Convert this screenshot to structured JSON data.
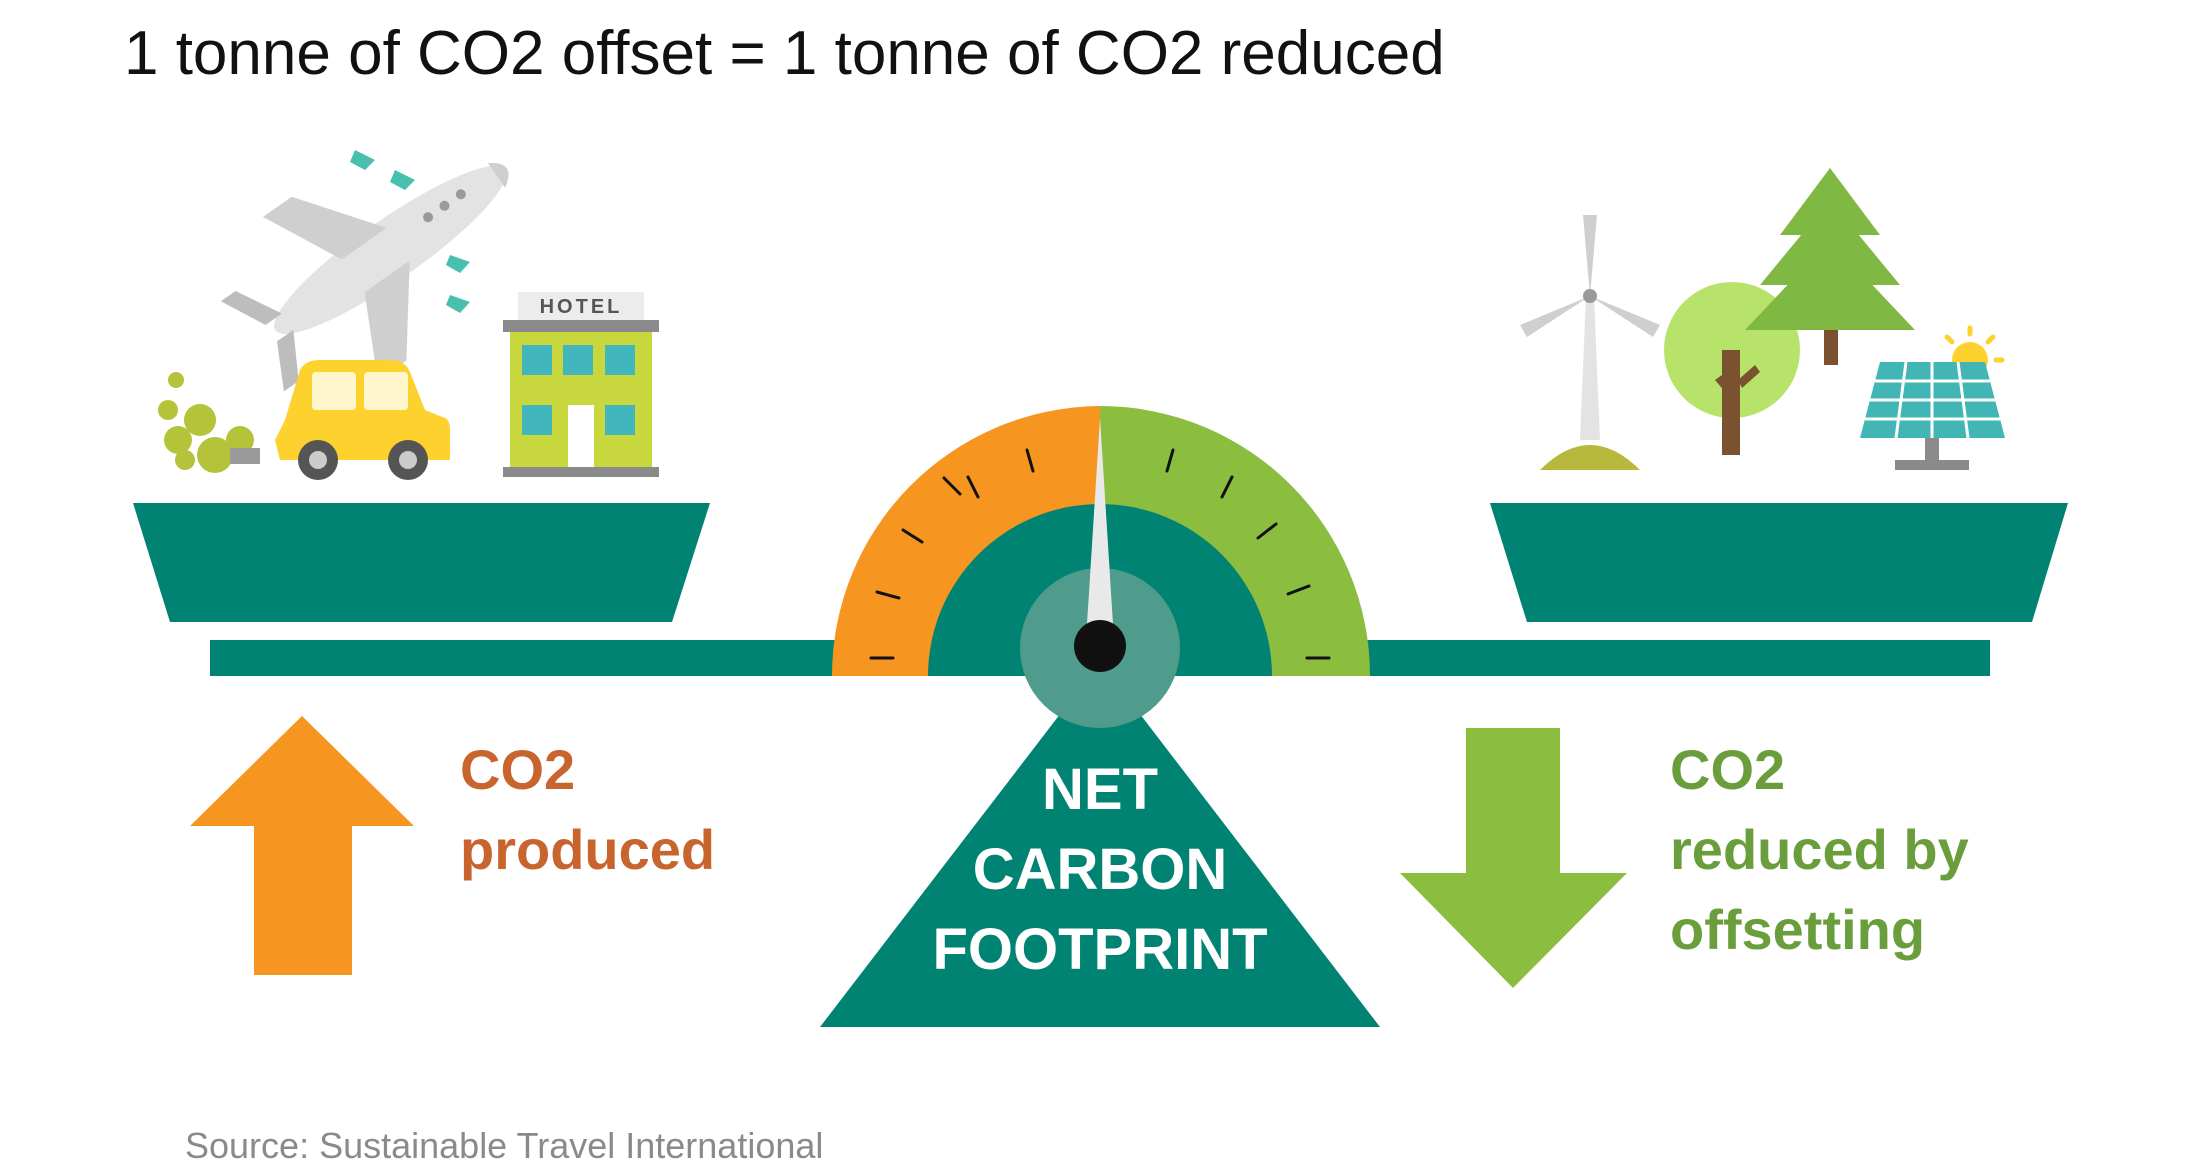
{
  "title": "1 tonne of CO2 offset = 1 tonne of CO2 reduced",
  "source": "Source: Sustainable Travel International",
  "hotel_sign": "HOTEL",
  "left_label": {
    "line1": "CO2",
    "line2": "produced"
  },
  "right_label": {
    "line1": "CO2",
    "line2": "reduced by",
    "line3": "offsetting"
  },
  "fulcrum_label": {
    "line1": "NET",
    "line2": "CARBON",
    "line3": "FOOTPRINT"
  },
  "colors": {
    "teal": "#008372",
    "orange": "#f6951f",
    "green": "#8bbd3f",
    "label_orange": "#c8642d",
    "label_green": "#6a9e3c",
    "car_yellow": "#fdd22f",
    "hotel_green": "#c9d73e",
    "tree_green": "#7fb843"
  },
  "icons": {
    "left_tray": [
      "airplane-icon",
      "car-icon",
      "exhaust-smoke-icon",
      "hotel-icon"
    ],
    "right_tray": [
      "wind-turbine-icon",
      "round-tree-icon",
      "pine-tree-icon",
      "solar-panel-icon",
      "sun-icon"
    ],
    "arrows": [
      "arrow-up-icon",
      "arrow-down-icon"
    ],
    "gauge": "gauge-icon"
  }
}
